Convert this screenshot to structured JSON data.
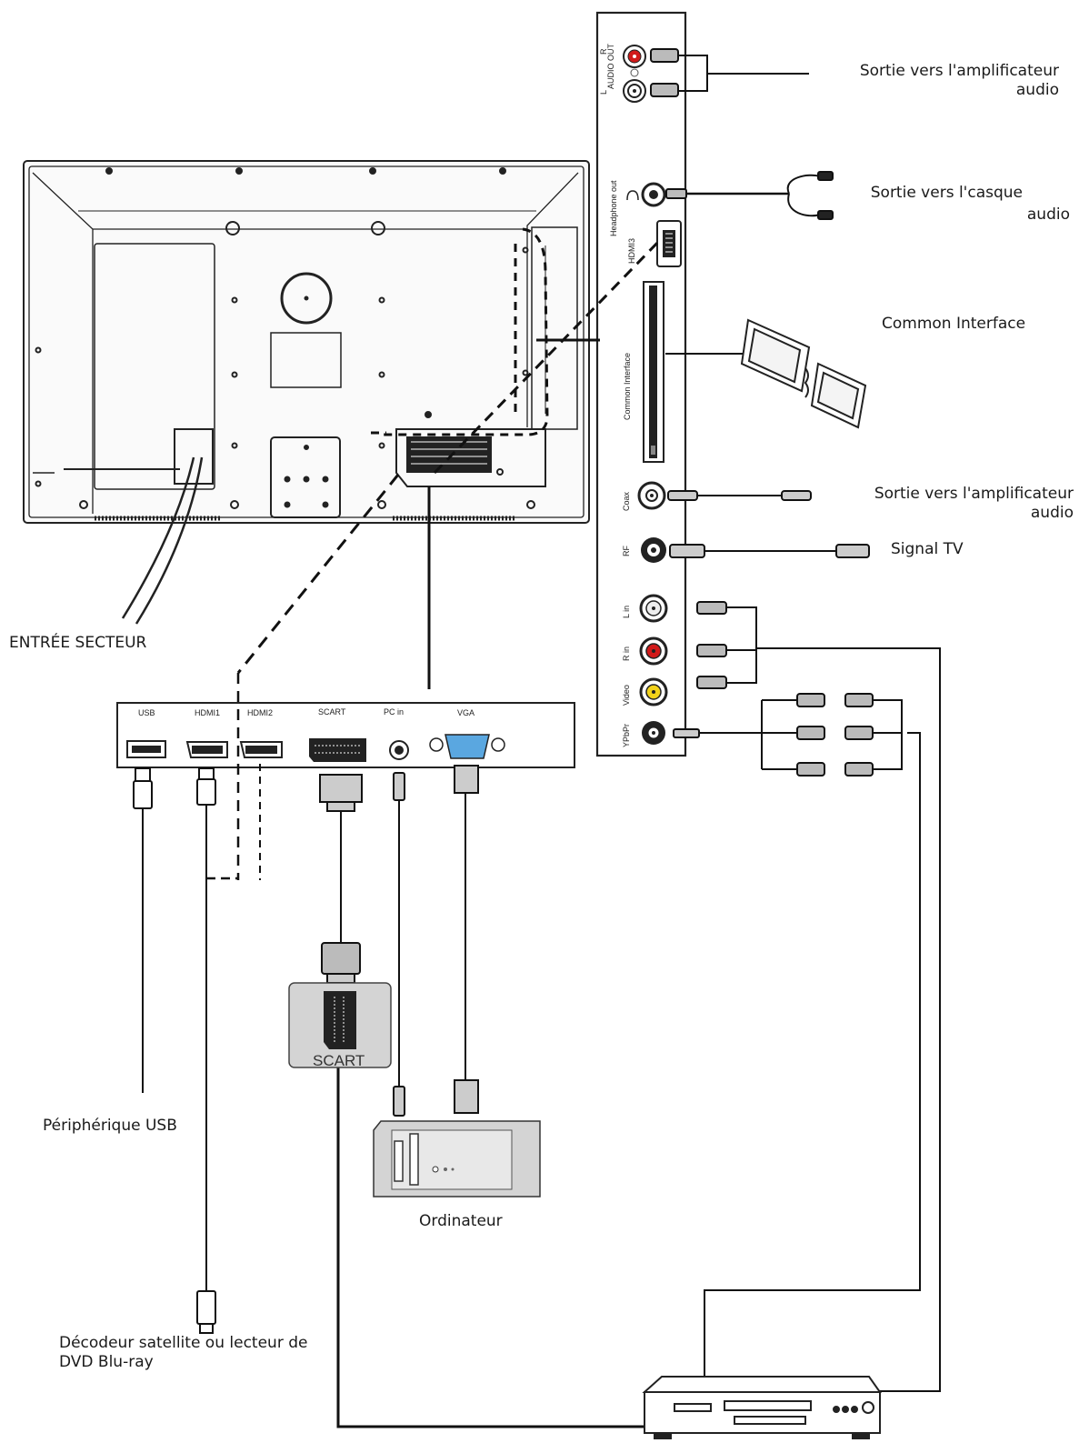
{
  "captions": {
    "amp_top_line1": "Sortie vers l'amplificateur",
    "amp_top_line2": "audio",
    "headphone_line1": "Sortie vers l'casque",
    "headphone_line2": "audio",
    "common_interface": "Common Interface",
    "coax_line1": "Sortie vers l'amplificateur",
    "coax_line2": "audio",
    "signal_tv": "Signal TV",
    "mains_input": "ENTRÉE SECTEUR",
    "usb_device": "Périphérique USB",
    "computer": "Ordinateur",
    "decoder_line1": "Décodeur satellite ou lecteur de",
    "decoder_line2": "DVD Blu-ray"
  },
  "side_panel_labels": {
    "audio_out": "AUDIO OUT",
    "audio_r": "R",
    "audio_l": "L",
    "headphone_out": "Headphone out",
    "hdmi3": "HDMI3",
    "common_interface": "Common Interface",
    "coax": "Coax",
    "rf": "RF",
    "l_in": "L in",
    "r_in": "R in",
    "video": "Video",
    "ypbpr": "YPbPr"
  },
  "bottom_panel_labels": {
    "usb": "USB",
    "hdmi1": "HDMI1",
    "hdmi2": "HDMI2",
    "scart": "SCART",
    "pc_in": "PC in",
    "vga": "VGA"
  },
  "scart_box_label": "SCART",
  "colors": {
    "line": "#1a1a1a",
    "audio_red": "#d11a1a",
    "video_yellow": "#f2d21a",
    "vga_blue": "#5aa7e0",
    "device_gray": "#d4d4d4"
  }
}
